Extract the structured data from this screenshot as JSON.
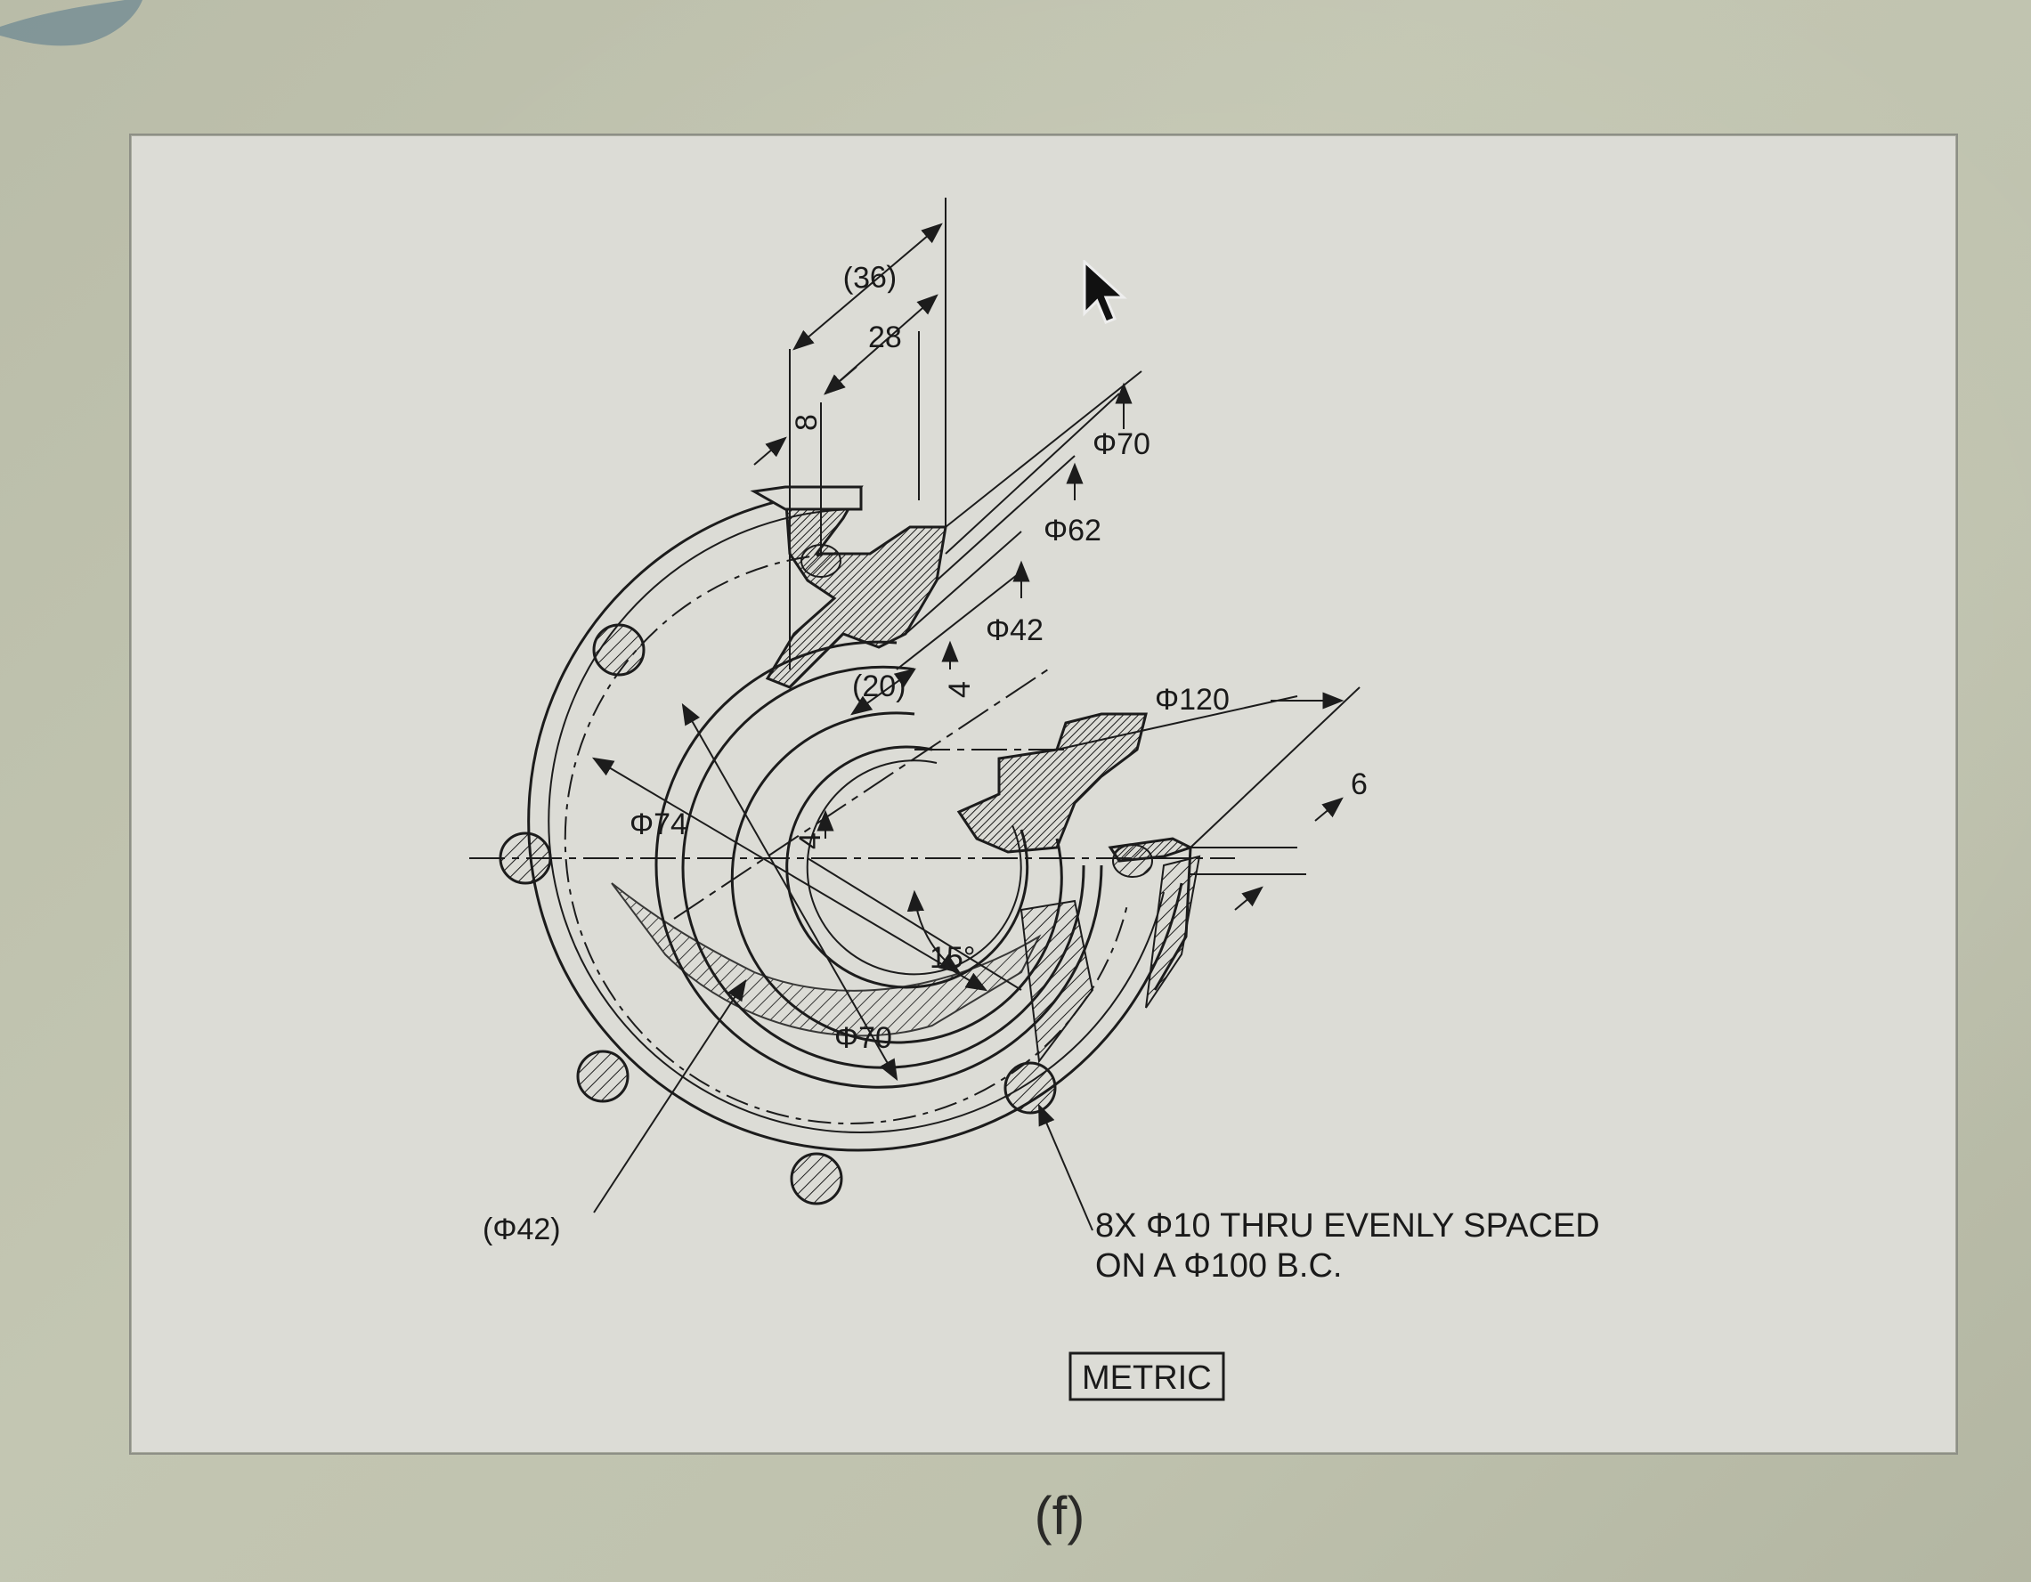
{
  "figure": {
    "caption": "(f)",
    "units_box": "METRIC",
    "note_line1": "8X Φ10 THRU EVENLY SPACED",
    "note_line2": "ON A Φ100 B.C."
  },
  "dimensions": {
    "d36": "(36)",
    "d28": "28",
    "d8": "8",
    "phi70_top": "Φ70",
    "phi62": "Φ62",
    "phi42_top": "Φ42",
    "d20": "(20)",
    "d4_upper": "4",
    "phi120": "Φ120",
    "d6": "6",
    "phi74": "Φ74",
    "d4_lower": "4",
    "angle15": "15°",
    "phi70_bottom": "Φ70",
    "phi42_ref": "(Φ42)"
  },
  "colors": {
    "line": "#1c1c1c",
    "paper": "#dcdcd6",
    "background": "#bfc2ae"
  },
  "icons": [
    "mouse-cursor-icon",
    "corner-mark-icon"
  ]
}
